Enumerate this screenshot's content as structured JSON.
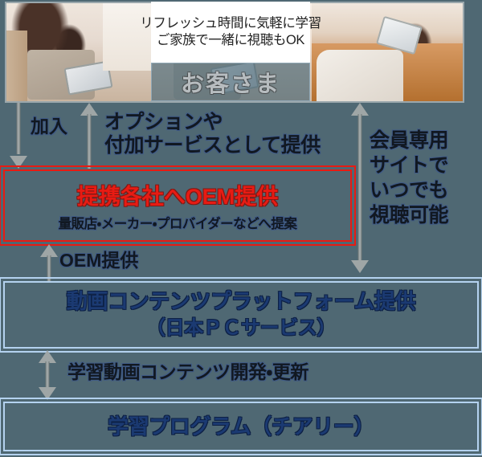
{
  "banner": {
    "caption_line1": "リフレッシュ時間に気軽に学習",
    "caption_line2": "ご家族で一緒に視聴もOK",
    "customer_label": "お客さま",
    "photo_left_alt": "母と子がタブレットを見る写真",
    "photo_right_alt": "ソファでタブレットを見る女性の写真"
  },
  "flow": {
    "join_label": "加入",
    "option_label": "オプションや\n付加サービスとして提供",
    "member_label": "会員専用\nサイトで\nいつでも\n視聴可能",
    "oem_label": "OEM提供",
    "development_label": "学習動画コンテンツ開発・更新"
  },
  "oem_box": {
    "title": "提携各社へOEM提供",
    "subtitle": "量販店・メーカー・プロバイダーなどへ提案"
  },
  "platform_box": {
    "title": "動画コンテンツプラットフォーム提供",
    "subtitle": "（日本ＰＣサービス）"
  },
  "program_box": {
    "title": "学習プログラム（チアリー）"
  },
  "colors": {
    "background": "#4f6873",
    "oem_red": "#e81b13",
    "blue_border": "#b4d2ef",
    "blue_text": "#1b3a72",
    "arrow_gray": "#9fa6a6",
    "caption_panel": "#ffffff"
  }
}
